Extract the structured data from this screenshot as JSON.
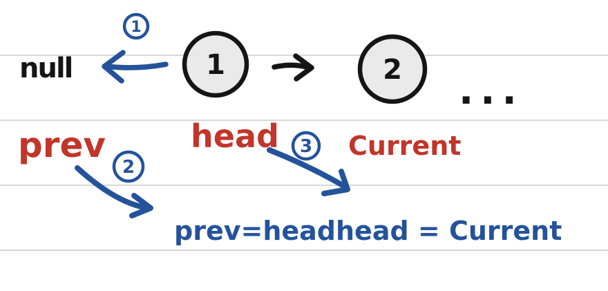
{
  "colors": {
    "ink_black": "#151515",
    "ink_blue": "#24539b",
    "ink_red": "#c2352a",
    "node_fill": "#e8e8e8",
    "ruled_line": "#d8d8d8",
    "background": "#ffffff"
  },
  "diagram": {
    "null_label": "null",
    "ellipsis": "...",
    "nodes": {
      "node1": "1",
      "node2": "2"
    },
    "steps": {
      "step1": "1",
      "step2": "2",
      "step3": "3"
    },
    "labels": {
      "prev": "prev",
      "head": "head",
      "current": "Current"
    },
    "assignments": {
      "prev_assign": "prev=head",
      "head_assign": "head = Current"
    }
  }
}
